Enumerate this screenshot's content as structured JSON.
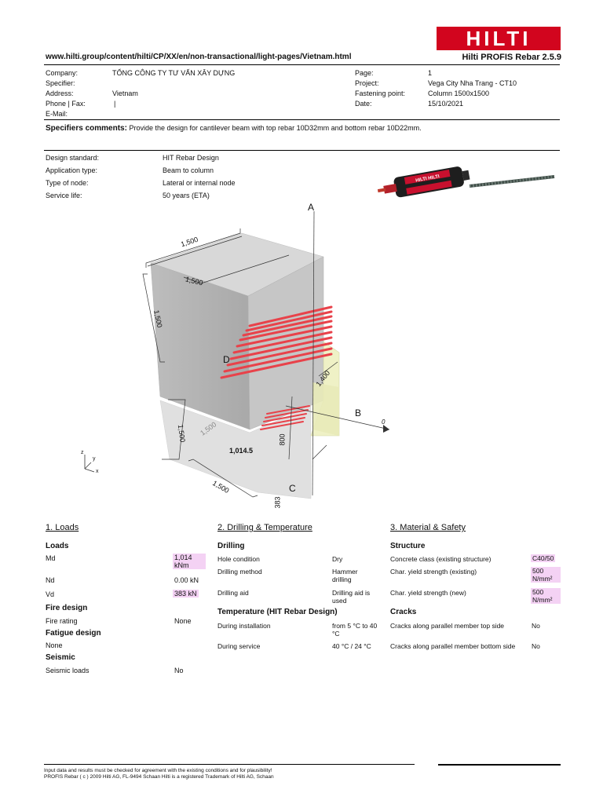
{
  "header": {
    "url": "www.hilti.group/content/hilti/CP/XX/en/non-transactional/light-pages/Vietnam.html",
    "logo_text": "HILTI",
    "product": "Hilti PROFIS Rebar 2.5.9"
  },
  "info_left": [
    {
      "label": "Company:",
      "value": "TỔNG CÔNG TY TƯ VẤN XÂY DỰNG"
    },
    {
      "label": "Specifier:",
      "value": ""
    },
    {
      "label": "Address:",
      "value": "Vietnam"
    },
    {
      "label": "Phone | Fax:",
      "value": "|"
    },
    {
      "label": "E-Mail:",
      "value": ""
    }
  ],
  "info_right": [
    {
      "label": "Page:",
      "value": "1"
    },
    {
      "label": "Project:",
      "value": "Vega City Nha Trang - CT10"
    },
    {
      "label": "Fastening point:",
      "value": "Column 1500x1500"
    },
    {
      "label": "Date:",
      "value": "15/10/2021"
    }
  ],
  "comments": {
    "label": "Specifiers comments:",
    "text": "Provide the design for cantilever beam with top rebar 10D32mm and bottom rebar 10D22mm."
  },
  "design": [
    {
      "label": "Design standard:",
      "value": "HIT Rebar Design"
    },
    {
      "label": "Application type:",
      "value": "Beam to column"
    },
    {
      "label": "Type of node:",
      "value": "Lateral or internal node"
    },
    {
      "label": "Service life:",
      "value": "50 years (ETA)"
    }
  ],
  "drawing": {
    "dim_top_1": "1,500",
    "dim_top_2": "1,500",
    "dim_left": "1,500",
    "dim_bottom_left": "1,500",
    "dim_bottom_inner": "1,500",
    "dim_bottom": "1,500",
    "dim_beam": "1,400",
    "dim_800": "800",
    "dim_383": "383",
    "moment": "1,014.5",
    "zero": "0",
    "label_a": "A",
    "label_b": "B",
    "label_c": "C",
    "label_d": "D",
    "axis_z": "z",
    "axis_y": "y",
    "axis_x": "x"
  },
  "loads": {
    "title": "1. Loads",
    "loads_head": "Loads",
    "md_label": "Md",
    "md_value": "1,014 kNm",
    "nd_label": "Nd",
    "nd_value": "0.00 kN",
    "vd_label": "Vd",
    "vd_value": "383 kN",
    "fire_head": "Fire design",
    "fire_label": "Fire rating",
    "fire_value": "None",
    "fatigue_head": "Fatigue design",
    "fatigue_value": "None",
    "seismic_head": "Seismic",
    "seismic_label": "Seismic loads",
    "seismic_value": "No"
  },
  "drilling": {
    "title": "2. Drilling & Temperature",
    "drilling_head": "Drilling",
    "rows": [
      {
        "label": "Hole condition",
        "value": "Dry"
      },
      {
        "label": "Drilling method",
        "value": "Hammer drilling"
      },
      {
        "label": "Drilling aid",
        "value": "Drilling aid is used"
      }
    ],
    "temp_head": "Temperature (HIT Rebar Design)",
    "temp_rows": [
      {
        "label": "During installation",
        "value": "from 5 °C to 40 °C"
      },
      {
        "label": "During service",
        "value": "40 °C / 24 °C"
      }
    ]
  },
  "material": {
    "title": "3. Material & Safety",
    "structure_head": "Structure",
    "rows": [
      {
        "label": "Concrete class (existing structure)",
        "value": "C40/50"
      },
      {
        "label": "Char. yield strength (existing)",
        "value": "500 N/mm²"
      },
      {
        "label": "Char. yield strength (new)",
        "value": "500 N/mm²"
      }
    ],
    "cracks_head": "Cracks",
    "crack_rows": [
      {
        "label": "Cracks along parallel member top side",
        "value": "No"
      },
      {
        "label": "Cracks along parallel member bottom side",
        "value": "No"
      }
    ]
  },
  "footer": {
    "line1": "Input data and results must be checked for agreement with the existing conditions and for plausibility!",
    "line2": "PROFIS Rebar ( c ) 2009 Hilti AG, FL-9494 Schaan   Hilti is a registered Trademark of Hilti AG, Schaan"
  },
  "colors": {
    "brand": "#d2051e",
    "highlight": "#f4d2f4",
    "rebar": "#e8424a"
  }
}
